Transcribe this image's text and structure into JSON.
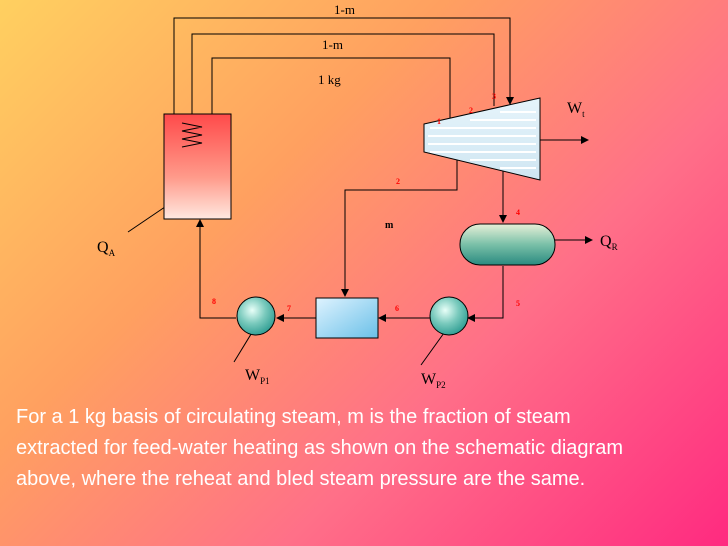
{
  "diagram": {
    "flow_labels": {
      "outer_loop": "1-m",
      "middle_loop": "1-m",
      "inner_loop": "1 kg",
      "bled_steam": "m"
    },
    "state_points": {
      "p1": "1",
      "p2_turbine": "2",
      "p3": "3",
      "p2_bleed": "2",
      "p4": "4",
      "p5": "5",
      "p6": "6",
      "p7": "7",
      "p8": "8"
    },
    "energy_labels": {
      "turbine_work": {
        "main": "W",
        "sub": "t"
      },
      "heat_added": {
        "main": "Q",
        "sub": "A"
      },
      "heat_rejected": {
        "main": "Q",
        "sub": "R"
      },
      "pump1_work": {
        "main": "W",
        "sub": "P1"
      },
      "pump2_work": {
        "main": "W",
        "sub": "P2"
      }
    },
    "colors": {
      "lines": "#000000",
      "state_point_text": "#ff0000",
      "boiler_top": "#ff5a50",
      "condenser_mid": "#3a9a8a",
      "pump_fill": "#3aa8a0",
      "heater_fill": "#8ad0f0"
    }
  },
  "caption": {
    "line1": "For a 1 kg basis of circulating steam, m is the fraction of steam",
    "line2": "extracted for feed-water heating as shown on the schematic diagram",
    "line3": "above, where the reheat and bled steam pressure are the same."
  }
}
